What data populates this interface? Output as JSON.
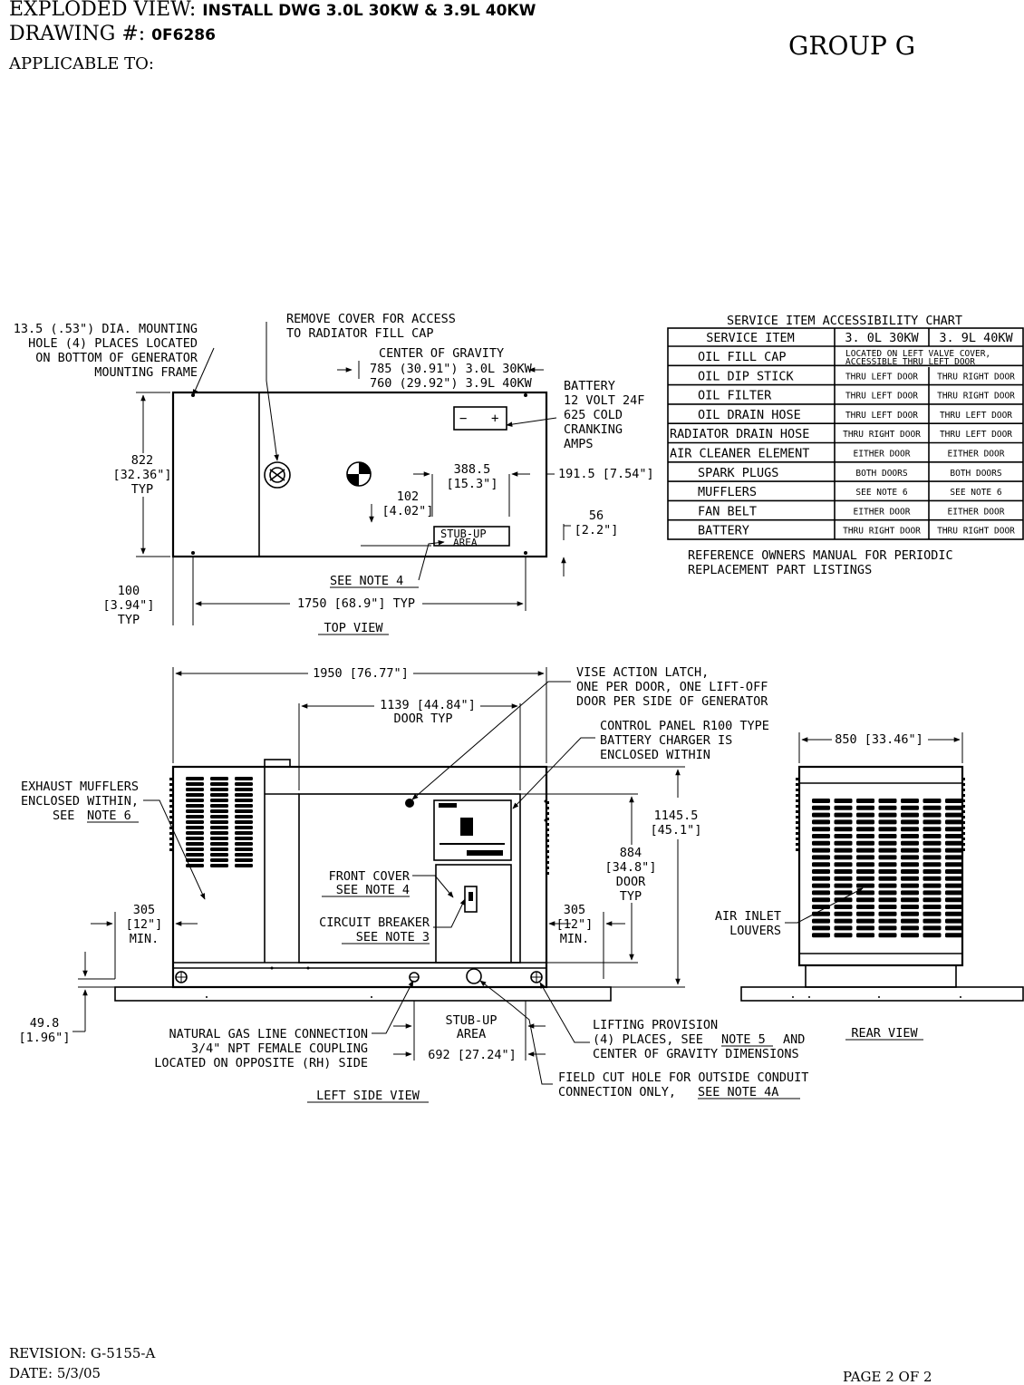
{
  "header": {
    "line1_prefix": "EXPLODED VIEW:",
    "line1_value": "INSTALL DWG 3.0L 30KW & 3.9L 40KW",
    "line2_prefix": "DRAWING #:",
    "line2_value": "0F6286",
    "applicable": "APPLICABLE TO:",
    "group": "GROUP  G"
  },
  "footer": {
    "revision": "REVISION:  G-5155-A",
    "date": "DATE:  5/3/05",
    "page": "PAGE  2 OF 2"
  },
  "top_view": {
    "title": "TOP VIEW",
    "mount_hole": [
      "13.5 (.53\") DIA. MOUNTING",
      "HOLE (4) PLACES LOCATED",
      "ON BOTTOM OF GENERATOR",
      "MOUNTING FRAME"
    ],
    "remove_cover": [
      "REMOVE COVER FOR ACCESS",
      "TO RADIATOR FILL CAP"
    ],
    "cog": [
      "CENTER OF GRAVITY",
      "785 (30.91\") 3.0L 30KW",
      "760 (29.92\") 3.9L 40KW"
    ],
    "battery": [
      "BATTERY",
      "12 VOLT 24F",
      "625 COLD",
      "CRANKING",
      "AMPS"
    ],
    "dim_822": [
      "822",
      "[32.36\"]",
      "TYP"
    ],
    "dim_388": [
      "388.5",
      "[15.3\"]"
    ],
    "dim_1915": "191.5 [7.54\"]",
    "dim_102": [
      "102",
      "[4.02\"]"
    ],
    "dim_56": [
      "56",
      "[2.2\"]"
    ],
    "stub_up": [
      "STUB-UP",
      "AREA"
    ],
    "see_note_4": "SEE NOTE 4",
    "dim_100": [
      "100",
      "[3.94\"]",
      "TYP"
    ],
    "dim_1750": "1750 [68.9\"] TYP"
  },
  "chart": {
    "title": "SERVICE ITEM ACCESSIBILITY CHART",
    "headers": [
      "SERVICE ITEM",
      "3. 0L 30KW",
      "3. 9L 40KW"
    ],
    "rows": [
      {
        "item": "OIL FILL CAP",
        "merged": [
          "LOCATED ON LEFT VALVE COVER,",
          "ACCESSIBLE THRU LEFT DOOR"
        ]
      },
      {
        "item": "OIL DIP STICK",
        "a": "THRU LEFT DOOR",
        "b": "THRU RIGHT DOOR"
      },
      {
        "item": "OIL FILTER",
        "a": "THRU LEFT DOOR",
        "b": "THRU RIGHT DOOR"
      },
      {
        "item": "OIL DRAIN HOSE",
        "a": "THRU LEFT DOOR",
        "b": "THRU LEFT DOOR"
      },
      {
        "item": "RADIATOR DRAIN HOSE",
        "a": "THRU RIGHT DOOR",
        "b": "THRU LEFT DOOR"
      },
      {
        "item": "AIR CLEANER ELEMENT",
        "a": "EITHER DOOR",
        "b": "EITHER DOOR"
      },
      {
        "item": "SPARK PLUGS",
        "a": "BOTH DOORS",
        "b": "BOTH DOORS"
      },
      {
        "item": "MUFFLERS",
        "a": "SEE NOTE 6",
        "b": "SEE NOTE 6"
      },
      {
        "item": "FAN BELT",
        "a": "EITHER DOOR",
        "b": "EITHER DOOR"
      },
      {
        "item": "BATTERY",
        "a": "THRU RIGHT DOOR",
        "b": "THRU RIGHT DOOR"
      }
    ],
    "note": [
      "REFERENCE OWNERS MANUAL FOR PERIODIC",
      "REPLACEMENT PART LISTINGS"
    ]
  },
  "side_view": {
    "title": "LEFT SIDE VIEW",
    "dim_1950": "1950 [76.77\"]",
    "dim_1139": [
      "1139 [44.84\"]",
      "DOOR TYP"
    ],
    "latch": [
      "VISE ACTION LATCH,",
      "ONE PER DOOR, ONE LIFT-OFF",
      "DOOR PER SIDE OF GENERATOR"
    ],
    "control_panel": [
      "CONTROL PANEL R100 TYPE",
      "BATTERY CHARGER IS",
      "ENCLOSED WITHIN"
    ],
    "exhaust": [
      "EXHAUST MUFFLERS",
      "ENCLOSED WITHIN,",
      "SEE",
      "NOTE 6"
    ],
    "dim_1145": [
      "1145.5",
      "[45.1\"]"
    ],
    "dim_884": [
      "884",
      "[34.8\"]",
      "DOOR",
      "TYP"
    ],
    "front_cover": [
      "FRONT COVER",
      "SEE NOTE 4"
    ],
    "circuit_breaker": [
      "CIRCUIT BREAKER",
      "SEE NOTE 3"
    ],
    "dim_305_left": [
      "305",
      "[12\"]",
      "MIN."
    ],
    "dim_305_right": [
      "305",
      "[12\"]",
      "MIN."
    ],
    "dim_498": [
      "49.8",
      "[1.96\"]"
    ],
    "gas_line": [
      "NATURAL GAS LINE CONNECTION",
      "3/4\" NPT FEMALE COUPLING",
      "LOCATED ON OPPOSITE (RH) SIDE"
    ],
    "stub_up": [
      "STUB-UP",
      "AREA"
    ],
    "dim_692": "692 [27.24\"]",
    "lifting": [
      "LIFTING PROVISION",
      "(4) PLACES, SEE",
      "NOTE 5",
      "AND",
      "CENTER OF GRAVITY DIMENSIONS"
    ],
    "field_cut": [
      "FIELD CUT HOLE FOR OUTSIDE CONDUIT",
      "CONNECTION ONLY,",
      "SEE NOTE 4A"
    ]
  },
  "rear_view": {
    "title": "REAR VIEW",
    "dim_850": "850 [33.46\"]",
    "air_inlet": [
      "AIR INLET",
      "LOUVERS"
    ]
  }
}
